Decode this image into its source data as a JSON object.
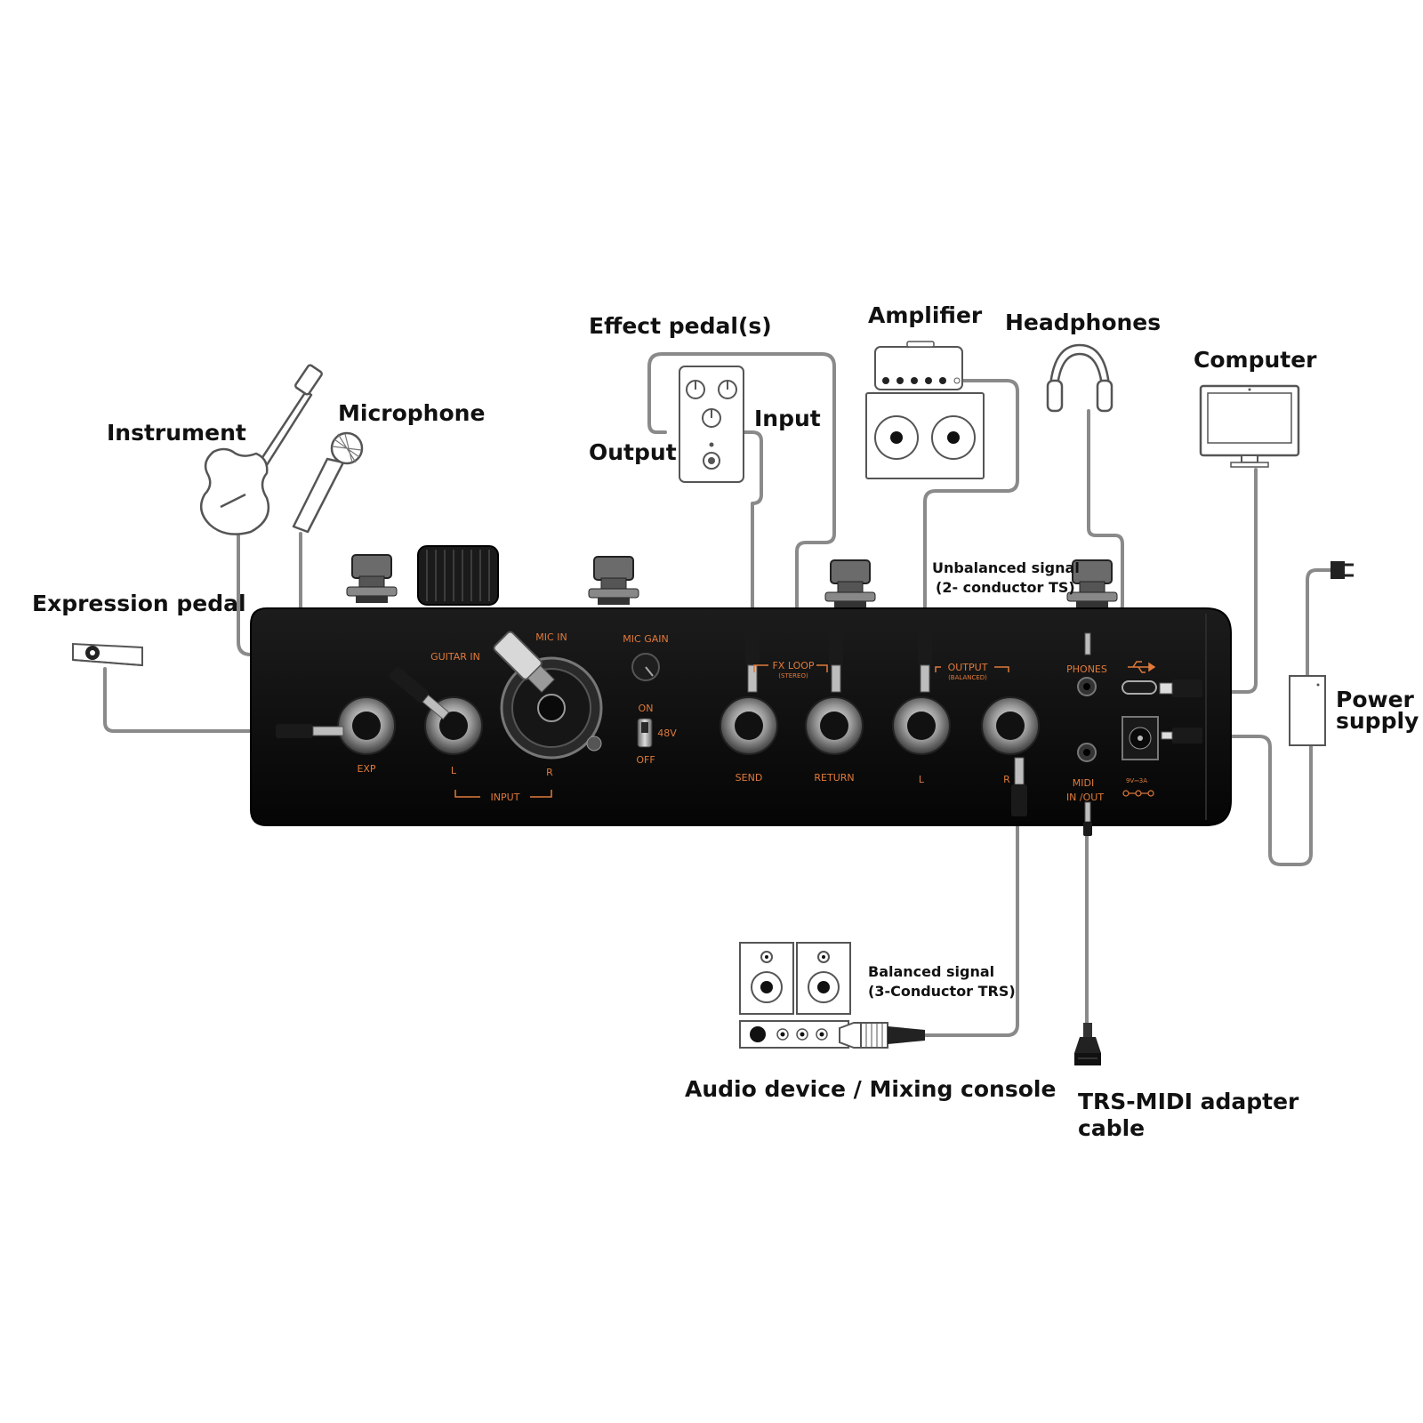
{
  "labels": {
    "effect_pedals": "Effect pedal(s)",
    "amplifier": "Amplifier",
    "headphones": "Headphones",
    "computer": "Computer",
    "instrument": "Instrument",
    "microphone": "Microphone",
    "input": "Input",
    "output": "Output",
    "expression_pedal": "Expression pedal",
    "unbalanced_line1": "Unbalanced signal",
    "unbalanced_line2": "(2- conductor TS)",
    "power_line1": "Power",
    "power_line2": "supply",
    "balanced_line1": "Balanced signal",
    "balanced_line2": "(3-Conductor TRS)",
    "audio_device": "Audio device / Mixing console",
    "trs_midi_line1": "TRS-MIDI adapter",
    "trs_midi_line2": "cable"
  },
  "panel": {
    "exp": "EXP",
    "guitar_in": "GUITAR IN",
    "mic_in": "MIC IN",
    "mic_gain": "MIC GAIN",
    "on": "ON",
    "v48": "48V",
    "off": "OFF",
    "input_l": "L",
    "input_r": "R",
    "input": "INPUT",
    "fx_loop": "FX LOOP",
    "stereo": "(STEREO)",
    "send": "SEND",
    "return": "RETURN",
    "output": "OUTPUT",
    "balanced": "(BALANCED)",
    "output_l": "L",
    "output_r": "R",
    "phones": "PHONES",
    "midi": "MIDI",
    "in_out": "IN /OUT",
    "power_rating": "9V⎓3A"
  },
  "colors": {
    "device_body": "#0d0d0d",
    "panel_text": "#e07a3a",
    "cable": "#8a8a8a",
    "outline": "#555555"
  },
  "icons": [
    "guitar-icon",
    "microphone-icon",
    "expression-pedal-icon",
    "effect-pedal-icon",
    "amplifier-icon",
    "headphones-icon",
    "computer-icon",
    "power-supply-icon",
    "speakers-icon",
    "mixer-icon",
    "midi-adapter-icon",
    "usb-icon"
  ]
}
